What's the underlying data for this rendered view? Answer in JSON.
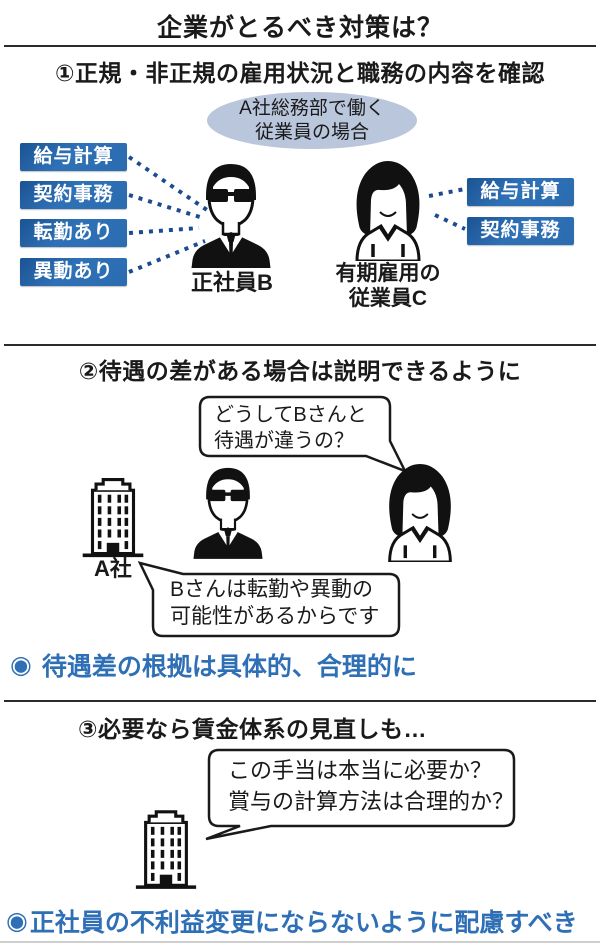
{
  "title": "企業がとるべき対策は？",
  "colors": {
    "accent_blue": "#2e6fb5",
    "label_blue": "#2b6cb1",
    "ellipse_fill": "#b9c6dc",
    "dotted_line": "#1c4c8f",
    "ink": "#1a1a1a"
  },
  "section1": {
    "heading": "①正規・非正規の雇用状況と職務の内容を確認",
    "ellipse_line1": "A社総務部で働く",
    "ellipse_line2": "従業員の場合",
    "left_labels": [
      "給与計算",
      "契約事務",
      "転勤あり",
      "異動あり"
    ],
    "right_labels": [
      "給与計算",
      "契約事務"
    ],
    "person_b_caption": "正社員B",
    "person_c_caption_line1": "有期雇用の",
    "person_c_caption_line2": "従業員C"
  },
  "section2": {
    "heading": "②待遇の差がある場合は説明できるように",
    "question_line1": "どうしてBさんと",
    "question_line2": "待遇が違うの？",
    "company_label": "A社",
    "answer_line1": "Bさんは転勤や異動の",
    "answer_line2": "可能性があるからです",
    "bullet": "◉",
    "conclusion": "待遇差の根拠は具体的、合理的に"
  },
  "section3": {
    "heading": "③必要なら賃金体系の見直しも…",
    "bubble_line1": "この手当は本当に必要か？",
    "bubble_line2": "賞与の計算方法は合理的か？",
    "bullet": "◉",
    "conclusion": "正社員の不利益変更にならないように配慮すべき"
  }
}
